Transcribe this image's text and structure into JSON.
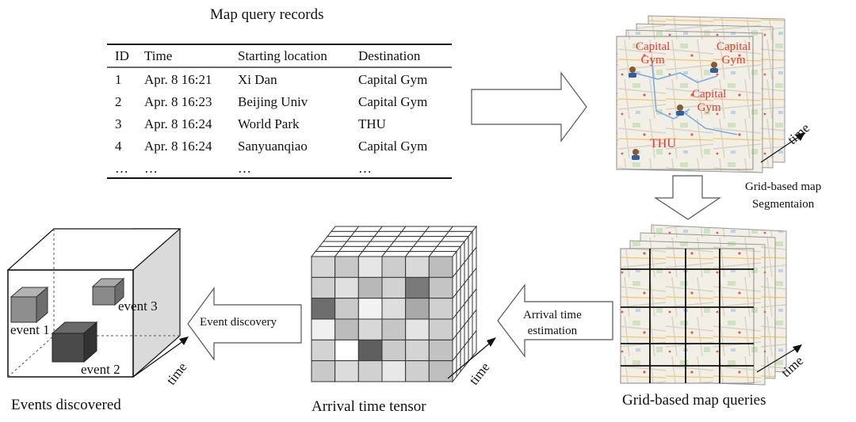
{
  "records": {
    "title": "Map query records",
    "columns": [
      "ID",
      "Time",
      "Starting location",
      "Destination"
    ],
    "rows": [
      [
        "1",
        "Apr. 8 16:21",
        "Xi Dan",
        "Capital Gym"
      ],
      [
        "2",
        "Apr. 8 16:23",
        "Beijing Univ",
        "Capital Gym"
      ],
      [
        "3",
        "Apr. 8 16:24",
        "World Park",
        "THU"
      ],
      [
        "4",
        "Apr. 8 16:24",
        "Sanyuanqiao",
        "Capital Gym"
      ],
      [
        "…",
        "…",
        "…",
        "…"
      ]
    ]
  },
  "map_labels": {
    "gym_1": "Capital\nGym",
    "gym_2": "Capital\nGym",
    "gym_3": "Capital\nGym",
    "thu": "THU"
  },
  "axes": {
    "time": "time"
  },
  "arrows": {
    "segmentation": "Grid-based map\nSegmentaion",
    "arrival": "Arrival time\nestimation",
    "discovery": "Event discovery"
  },
  "events": {
    "event_1": "event 1",
    "event_2": "event 2",
    "event_3": "event 3"
  },
  "captions": {
    "grid_queries": "Grid-based map queries",
    "tensor": "Arrival time tensor",
    "events": "Events discovered"
  },
  "colors": {
    "map_bg": "#f2efe6",
    "map_label_red": "#e53935",
    "cube_side": "#dcdcdc",
    "event_dark": "#4a4a4a",
    "event_mid": "#8a8a8a"
  }
}
